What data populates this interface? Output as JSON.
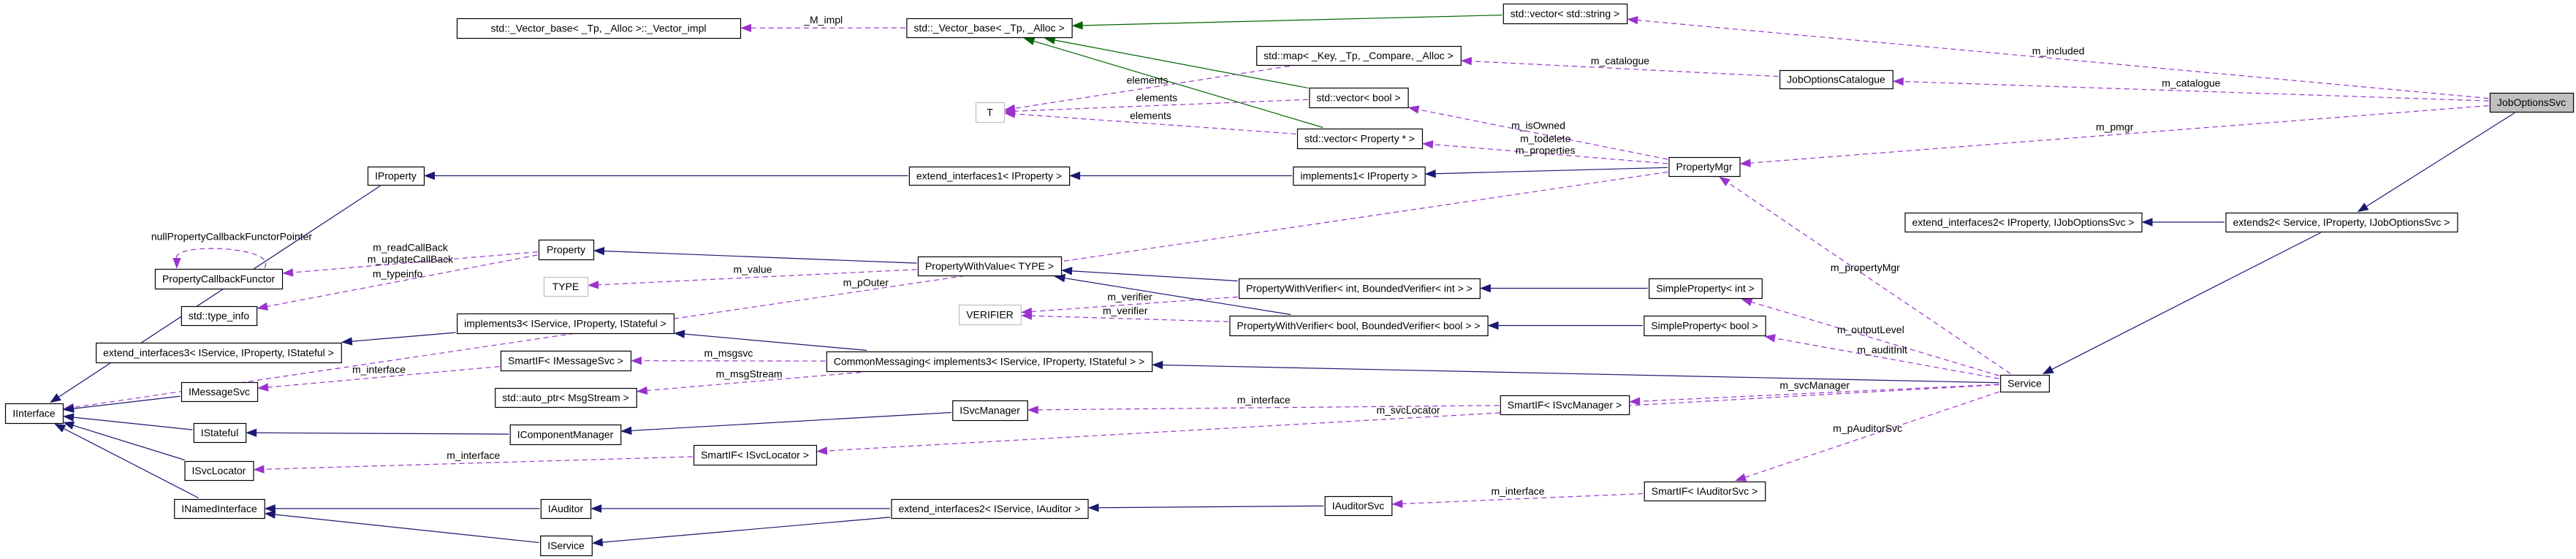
{
  "colors": {
    "inheritance": "#191970",
    "template": "#006400",
    "usage": "#9a32cd",
    "focus_fill": "#bfbfbf",
    "external_border": "#bfbfbf"
  },
  "nodes": [
    {
      "id": "vector_impl",
      "label": "std::_Vector_base< _Tp, _Alloc >::_Vector_impl"
    },
    {
      "id": "vector_base",
      "label": "std::_Vector_base< _Tp, _Alloc >"
    },
    {
      "id": "vector_string",
      "label": "std::vector< std::string >"
    },
    {
      "id": "std_map",
      "label": "std::map< _Key, _Tp, _Compare, _Alloc >"
    },
    {
      "id": "joboptions_catalogue",
      "label": "JobOptionsCatalogue"
    },
    {
      "id": "joboptions_svc",
      "label": "JobOptionsSvc",
      "focus": true
    },
    {
      "id": "t",
      "label": "T",
      "external": true
    },
    {
      "id": "vector_bool",
      "label": "std::vector< bool >"
    },
    {
      "id": "vector_property",
      "label": "std::vector< Property * >"
    },
    {
      "id": "iproperty",
      "label": "IProperty"
    },
    {
      "id": "extend_interfaces1",
      "label": "extend_interfaces1< IProperty >"
    },
    {
      "id": "implements1",
      "label": "implements1< IProperty >"
    },
    {
      "id": "property_mgr",
      "label": "PropertyMgr"
    },
    {
      "id": "extend_interfaces2_jos",
      "label": "extend_interfaces2< IProperty, IJobOptionsSvc >"
    },
    {
      "id": "extends2",
      "label": "extends2< Service, IProperty, IJobOptionsSvc >"
    },
    {
      "id": "property_callback_functor",
      "label": "PropertyCallbackFunctor"
    },
    {
      "id": "property",
      "label": "Property"
    },
    {
      "id": "type_info",
      "label": "std::type_info"
    },
    {
      "id": "property_with_value",
      "label": "PropertyWithValue< TYPE >"
    },
    {
      "id": "type",
      "label": "TYPE",
      "external": true
    },
    {
      "id": "pwv_int",
      "label": "PropertyWithVerifier< int, BoundedVerifier< int > >"
    },
    {
      "id": "simple_property_int",
      "label": "SimpleProperty< int >"
    },
    {
      "id": "verifier",
      "label": "VERIFIER",
      "external": true
    },
    {
      "id": "pwv_bool",
      "label": "PropertyWithVerifier< bool, BoundedVerifier< bool > >"
    },
    {
      "id": "simple_property_bool",
      "label": "SimpleProperty< bool >"
    },
    {
      "id": "implements3",
      "label": "implements3< IService, IProperty, IStateful >"
    },
    {
      "id": "extend_interfaces3",
      "label": "extend_interfaces3< IService, IProperty, IStateful >"
    },
    {
      "id": "smartif_imessagesvc",
      "label": "SmartIF< IMessageSvc >"
    },
    {
      "id": "common_messaging",
      "label": "CommonMessaging< implements3< IService, IProperty, IStateful > >"
    },
    {
      "id": "service",
      "label": "Service"
    },
    {
      "id": "imessagesvc",
      "label": "IMessageSvc"
    },
    {
      "id": "auto_ptr_msgstream",
      "label": "std::auto_ptr< MsgStream >"
    },
    {
      "id": "iinterface",
      "label": "IInterface"
    },
    {
      "id": "istateful",
      "label": "IStateful"
    },
    {
      "id": "icomponentmanager",
      "label": "IComponentManager"
    },
    {
      "id": "isvcmanager",
      "label": "ISvcManager"
    },
    {
      "id": "smartif_isvcmanager",
      "label": "SmartIF< ISvcManager >"
    },
    {
      "id": "isvclocator",
      "label": "ISvcLocator"
    },
    {
      "id": "smartif_isvclocator",
      "label": "SmartIF< ISvcLocator >"
    },
    {
      "id": "inamedinterface",
      "label": "INamedInterface"
    },
    {
      "id": "iauditor",
      "label": "IAuditor"
    },
    {
      "id": "extend_interfaces2_aud",
      "label": "extend_interfaces2< IService, IAuditor >"
    },
    {
      "id": "iauditorsvc",
      "label": "IAuditorSvc"
    },
    {
      "id": "smartif_iauditorsvc",
      "label": "SmartIF< IAuditorSvc >"
    },
    {
      "id": "iservice",
      "label": "IService"
    }
  ],
  "edges": [
    {
      "from": "vector_string",
      "to": "vector_base",
      "kind": "template"
    },
    {
      "from": "vector_bool",
      "to": "vector_base",
      "kind": "template"
    },
    {
      "from": "vector_property",
      "to": "vector_base",
      "kind": "template"
    },
    {
      "from": "vector_base",
      "to": "vector_impl",
      "kind": "usage",
      "label": "_M_impl"
    },
    {
      "from": "joboptions_svc",
      "to": "vector_string",
      "kind": "usage",
      "label": "m_included"
    },
    {
      "from": "joboptions_catalogue",
      "to": "std_map",
      "kind": "usage",
      "label": "m_catalogue"
    },
    {
      "from": "joboptions_svc",
      "to": "joboptions_catalogue",
      "kind": "usage",
      "label": "m_catalogue"
    },
    {
      "from": "joboptions_svc",
      "to": "property_mgr",
      "kind": "usage",
      "label": "m_pmgr"
    },
    {
      "from": "std_map",
      "to": "t",
      "kind": "usage",
      "label": "elements"
    },
    {
      "from": "vector_bool",
      "to": "t",
      "kind": "usage",
      "label": "elements"
    },
    {
      "from": "vector_property",
      "to": "t",
      "kind": "usage",
      "label": "elements"
    },
    {
      "from": "property_mgr",
      "to": "vector_bool",
      "kind": "usage",
      "label": "m_isOwned"
    },
    {
      "from": "property_mgr",
      "to": "vector_property",
      "kind": "usage",
      "label": "m_todelete",
      "label2": "m_properties"
    },
    {
      "from": "property_mgr",
      "to": "iinterface",
      "kind": "usage",
      "label": "m_pOuter"
    },
    {
      "from": "service",
      "to": "property_mgr",
      "kind": "usage",
      "label": "m_propertyMgr"
    },
    {
      "from": "property",
      "to": "property_callback_functor",
      "kind": "usage",
      "label": "m_readCallBack",
      "label2": "m_updateCallBack"
    },
    {
      "from": "property_callback_functor",
      "to": "property_callback_functor",
      "kind": "usage",
      "label": "nullPropertyCallbackFunctorPointer"
    },
    {
      "from": "property",
      "to": "type_info",
      "kind": "usage",
      "label": "m_typeinfo"
    },
    {
      "from": "property_with_value",
      "to": "type",
      "kind": "usage",
      "label": "m_value"
    },
    {
      "from": "pwv_int",
      "to": "verifier",
      "kind": "usage",
      "label": "m_verifier"
    },
    {
      "from": "pwv_bool",
      "to": "verifier",
      "kind": "usage",
      "label": "m_verifier"
    },
    {
      "from": "service",
      "to": "simple_property_int",
      "kind": "usage",
      "label": "m_outputLevel"
    },
    {
      "from": "service",
      "to": "simple_property_bool",
      "kind": "usage",
      "label": "m_auditInit"
    },
    {
      "from": "common_messaging",
      "to": "smartif_imessagesvc",
      "kind": "usage",
      "label": "m_msgsvc"
    },
    {
      "from": "common_messaging",
      "to": "auto_ptr_msgstream",
      "kind": "usage",
      "label": "m_msgStream"
    },
    {
      "from": "smartif_imessagesvc",
      "to": "imessagesvc",
      "kind": "usage",
      "label": "m_interface"
    },
    {
      "from": "smartif_isvcmanager",
      "to": "isvcmanager",
      "kind": "usage",
      "label": "m_interface"
    },
    {
      "from": "service",
      "to": "smartif_isvcmanager",
      "kind": "usage",
      "label": "m_svcManager"
    },
    {
      "from": "service",
      "to": "smartif_isvclocator",
      "kind": "usage",
      "label": "m_svcLocator"
    },
    {
      "from": "smartif_isvclocator",
      "to": "isvclocator",
      "kind": "usage",
      "label": "m_interface"
    },
    {
      "from": "smartif_iauditorsvc",
      "to": "iauditorsvc",
      "kind": "usage",
      "label": "m_interface"
    },
    {
      "from": "service",
      "to": "smartif_iauditorsvc",
      "kind": "usage",
      "label": "m_pAuditorSvc"
    },
    {
      "from": "iproperty",
      "to": "iinterface",
      "kind": "inheritance"
    },
    {
      "from": "extend_interfaces1",
      "to": "iproperty",
      "kind": "inheritance"
    },
    {
      "from": "implements1",
      "to": "extend_interfaces1",
      "kind": "inheritance"
    },
    {
      "from": "property_mgr",
      "to": "implements1",
      "kind": "inheritance"
    },
    {
      "from": "joboptions_svc",
      "to": "extends2",
      "kind": "inheritance"
    },
    {
      "from": "extends2",
      "to": "extend_interfaces2_jos",
      "kind": "inheritance"
    },
    {
      "from": "extends2",
      "to": "service",
      "kind": "inheritance"
    },
    {
      "from": "property_with_value",
      "to": "property",
      "kind": "inheritance"
    },
    {
      "from": "pwv_int",
      "to": "property_with_value",
      "kind": "inheritance"
    },
    {
      "from": "pwv_bool",
      "to": "property_with_value",
      "kind": "inheritance"
    },
    {
      "from": "simple_property_int",
      "to": "pwv_int",
      "kind": "inheritance"
    },
    {
      "from": "simple_property_bool",
      "to": "pwv_bool",
      "kind": "inheritance"
    },
    {
      "from": "implements3",
      "to": "extend_interfaces3",
      "kind": "inheritance"
    },
    {
      "from": "common_messaging",
      "to": "implements3",
      "kind": "inheritance"
    },
    {
      "from": "service",
      "to": "common_messaging",
      "kind": "inheritance"
    },
    {
      "from": "imessagesvc",
      "to": "iinterface",
      "kind": "inheritance"
    },
    {
      "from": "istateful",
      "to": "iinterface",
      "kind": "inheritance"
    },
    {
      "from": "isvclocator",
      "to": "iinterface",
      "kind": "inheritance"
    },
    {
      "from": "inamedinterface",
      "to": "iinterface",
      "kind": "inheritance"
    },
    {
      "from": "icomponentmanager",
      "to": "istateful",
      "kind": "inheritance"
    },
    {
      "from": "isvcmanager",
      "to": "icomponentmanager",
      "kind": "inheritance"
    },
    {
      "from": "iauditor",
      "to": "inamedinterface",
      "kind": "inheritance"
    },
    {
      "from": "iservice",
      "to": "inamedinterface",
      "kind": "inheritance"
    },
    {
      "from": "extend_interfaces2_aud",
      "to": "iauditor",
      "kind": "inheritance"
    },
    {
      "from": "extend_interfaces2_aud",
      "to": "iservice",
      "kind": "inheritance"
    },
    {
      "from": "iauditorsvc",
      "to": "extend_interfaces2_aud",
      "kind": "inheritance"
    }
  ]
}
